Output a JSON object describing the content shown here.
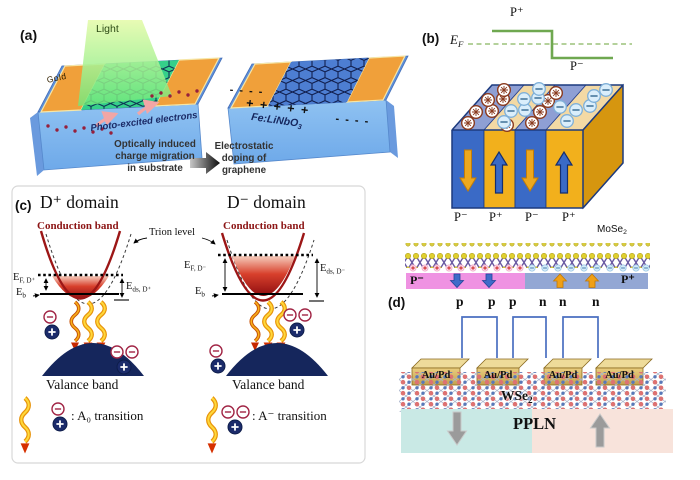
{
  "panel_a": {
    "label": "(a)",
    "light": "Light",
    "gold": "Gold",
    "photo_excited": "Photo-excited electrons",
    "neg_left": "- - - -",
    "pos_center": "+ + + + +",
    "neg_right": "- - - -",
    "substrate_base": "Fe:LiNbO",
    "substrate_sub": "3",
    "process": "Optically induced charge migration in substrate",
    "result": "Electrostatic doping of graphene"
  },
  "panel_b": {
    "label": "(b)",
    "fermi_base": "E",
    "fermi_sub": "F",
    "p_plus": "P⁺",
    "p_minus": "P⁻",
    "domains": [
      "P⁻",
      "P⁺",
      "P⁻",
      "P⁺"
    ]
  },
  "mose2": {
    "material_base": "MoSe",
    "material_sub": "2",
    "p_minus": "P⁻",
    "p_plus": "P⁺"
  },
  "panel_c": {
    "label": "(c)",
    "trion": "Trion level",
    "left": {
      "title": "D⁺ domain",
      "band": "Conduction band",
      "ef_base": "E",
      "ef_sub": "F, D⁺",
      "eb_base": "E",
      "eb_sub": "b",
      "eds_base": "E",
      "eds_sub": "ds, D⁺",
      "valence": "Valance band",
      "legend": ": A₀ transition"
    },
    "right": {
      "title": "D⁻ domain",
      "band": "Conduction band",
      "ef_base": "E",
      "ef_sub": "F, D⁻",
      "eb_base": "E",
      "eb_sub": "b",
      "eds_base": "E",
      "eds_sub": "ds, D⁻",
      "valence": "Valance band",
      "legend": ": A⁻ transition"
    }
  },
  "panel_d": {
    "label": "(d)",
    "contacts": [
      "p",
      "p",
      "p",
      "n",
      "n",
      "n"
    ],
    "electrode": "Au/Pd",
    "material_base": "WSe",
    "material_sub": "2",
    "substrate": "PPLN"
  },
  "colors": {
    "substrate_blue": "#5e8fd9",
    "gold": "#f0a03a",
    "light_green": "#6fe97b",
    "ferro_blue": "#3a6ac6",
    "ferro_yellow": "#f2b01c",
    "conduction_red": "#9c1616",
    "valence_navy": "#15265c",
    "ppln_cyan": "#c9e9e5",
    "ppln_pink": "#f8e3db",
    "photon_yellow": "#ffd83a",
    "wire_blue": "#4a6fc0",
    "bar_pink": "#ef92e2",
    "bar_blue": "#93a7d4"
  }
}
